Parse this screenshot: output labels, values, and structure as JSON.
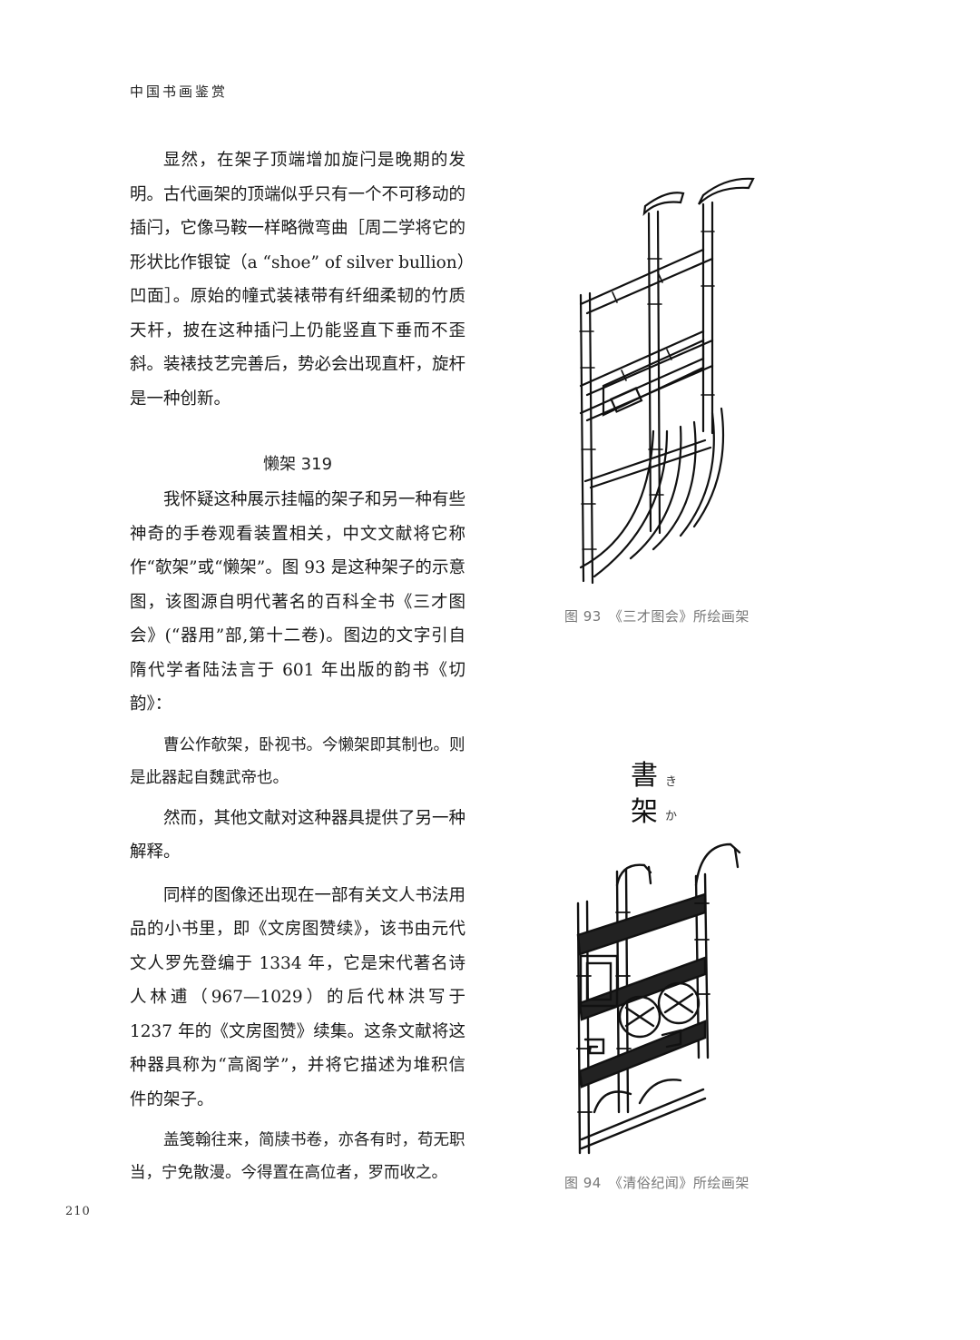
{
  "running_head": "中国书画鉴赏",
  "page_number": "210",
  "paragraphs": {
    "p1": "显然，在架子顶端增加旋闩是晚期的发明。古代画架的顶端似乎只有一个不可移动的插闩，它像马鞍一样略微弯曲［周二学将它的形状比作银锭（a “shoe” of silver bullion）凹面］。原始的幢式装裱带有纤细柔韧的竹质天杆，披在这种插闩上仍能竖直下垂而不歪斜。装裱技艺完善后，势必会出现直杆，旋杆是一种创新。",
    "heading": "懒架 319",
    "p2": "我怀疑这种展示挂幅的架子和另一种有些神奇的手卷观看装置相关，中文文献将它称作“欹架”或“懒架”。图 93 是这种架子的示意图，该图源自明代著名的百科全书《三才图会》(“器用”部,第十二卷)。图边的文字引自隋代学者陆法言于 601 年出版的韵书《切韵》：",
    "quote1": "曹公作欹架，卧视书。今懒架即其制也。则是此器起自魏武帝也。",
    "p3": "然而，其他文献对这种器具提供了另一种解释。",
    "p4": "同样的图像还出现在一部有关文人书法用品的小书里，即《文房图赞续》，该书由元代文人罗先登编于 1334 年，它是宋代著名诗人林逋（967—1029）的后代林洪写于 1237 年的《文房图赞》续集。这条文献将这种器具称为“高阁学”，并将它描述为堆积信件的架子。",
    "quote2": "盖笺翰往来，简牍书卷，亦各有时，苟无职当，宁免散漫。今得置在高位者，罗而收之。"
  },
  "figures": {
    "fig93_caption": "图 93　《三才图会》所绘画架",
    "fig94_caption": "图 94　《清俗纪闻》所绘画架",
    "fig94_label": "書架",
    "fig94_small": "き か"
  }
}
